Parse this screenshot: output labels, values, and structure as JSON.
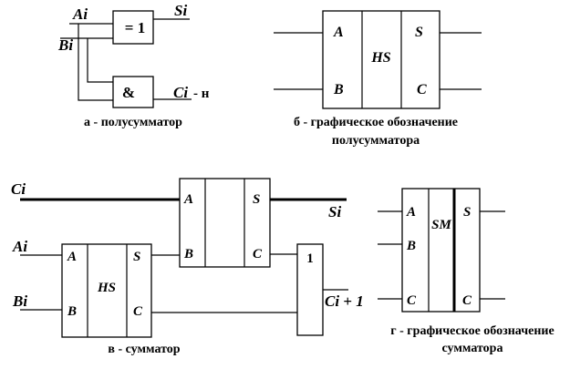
{
  "half_adder": {
    "input_a": "Ai",
    "input_b": "Bi",
    "xor_label": "= 1",
    "and_label": "&",
    "sum_out": "Si",
    "carry_out": "Ci",
    "carry_suffix": "- н",
    "caption": "а - полусумматор"
  },
  "hs_symbol": {
    "pin_a": "A",
    "pin_b": "B",
    "name": "HS",
    "pin_s": "S",
    "pin_c": "C",
    "caption_line1": "б - графическое обозначение",
    "caption_line2": "полусумматора"
  },
  "full_adder": {
    "carry_in": "Ci",
    "input_a": "Ai",
    "input_b": "Bi",
    "sum_out": "Si",
    "carry_out": "Ci + 1",
    "hs1": {
      "a": "A",
      "b": "B",
      "name": "HS",
      "s": "S",
      "c": "C"
    },
    "hs2": {
      "a": "A",
      "b": "B",
      "s": "S",
      "c": "C"
    },
    "or_label": "1",
    "caption": "в - сумматор"
  },
  "sm_symbol": {
    "pin_a": "A",
    "pin_b": "B",
    "pin_c": "C",
    "name": "SM",
    "pin_s": "S",
    "pin_c_out": "C",
    "caption_line1": "г - графическое обозначение",
    "caption_line2": "сумматора"
  }
}
